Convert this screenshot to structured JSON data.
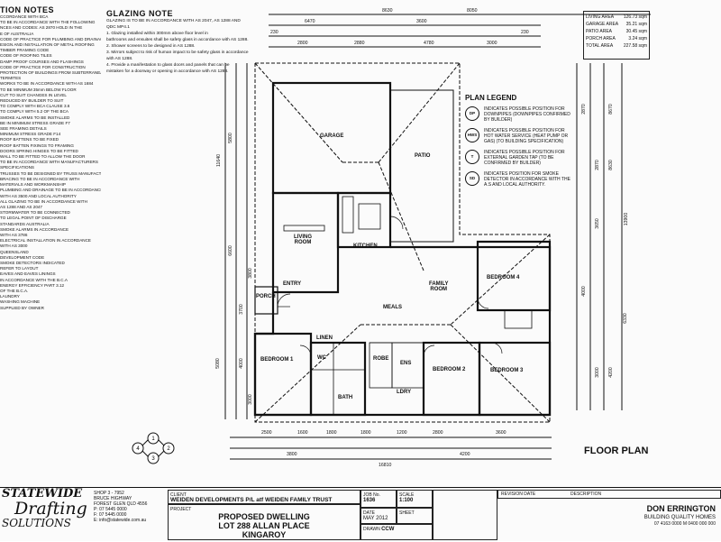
{
  "notes": {
    "title": "TION NOTES",
    "lines": [
      "CCORDANCE WITH BCA",
      "TO BE IN ACCORDANCE WITH THE FOLLOWING",
      "NCES AND CODES: AS 2870 HOLD IN THE",
      "E OF AUSTRALIA",
      "CODE OF PRACTICE FOR PLUMBING AND DRAINAGE",
      "ESIGN AND INSTALLATION OF METAL ROOFING",
      "TIMBER FRAMING CODE",
      "CODE OF ROOFING TILES",
      "DAMP PROOF COURSES AND FLASHINGS",
      "CODE OF PRACTICE FOR CONSTRUCTION",
      "PROTECTION OF BUILDINGS FROM SUBTERRANEAN",
      "TERMITES",
      "WORKS TO BE IN ACCORDANCE WITH AS 1684",
      "TO BE MINIMUM 35mm BELOW FLOOR",
      "CUT TO SUIT CHANGES IN LEVEL",
      "REDUCED BY BUILDER TO SUIT",
      "TO COMPLY WITH BCA CLAUSE 3.6",
      "TO COMPLY WITH 5.2 OF THE BCA",
      "SMOKE ALARMS TO BE INSTALLED",
      "BE IN MINIMUM STRESS GRADE F7",
      "SEE FRAMING DETAILS",
      "MINIMUM STRESS GRADE F14",
      "ROOF BATTENS TO BE FIXED",
      "ROOF BATTEN FIXINGS TO FRAMING",
      "DOORS SPRING HINGES TO BE FITTED",
      "WALL TO BE FITTED TO ALLOW THE DOOR",
      "TO BE IN ACCORDANCE WITH MANUFACTURERS",
      "SPECIFICATIONS",
      "TRUSSES TO BE DESIGNED BY TRUSS MANUFACTURER",
      "BRACING TO BE IN ACCORDANCE WITH",
      "MATERIALS AND WORKMANSHIP",
      "PLUMBING AND DRAINAGE TO BE IN ACCORDANCE",
      "WITH AS 3500 AND LOCAL AUTHORITY",
      "ALL GLAZING TO BE IN ACCORDANCE WITH",
      "AS 1288 AND AS 2047",
      "STORMWATER TO BE CONNECTED",
      "TO LEGAL POINT OF DISCHARGE",
      "STANDARDS AUSTRALIA",
      "SMOKE ALARMS IN ACCORDANCE",
      "WITH AS 3786",
      "ELECTRICAL INSTALLATION IN ACCORDANCE",
      "WITH AS 3000",
      "QUEENSLAND",
      "DEVELOPMENT CODE",
      "SMOKE DETECTORS INDICATED",
      "REFER TO LAYOUT",
      "EAVES AND EAVES LININGS",
      "IN ACCORDANCE WITH THE B.C.A",
      "ENERGY EFFICIENCY PART 3.12",
      "OF THE B.C.A.",
      "LAUNDRY",
      "WASHING MACHINE",
      "SUPPLIED BY OWNER"
    ]
  },
  "glazing": {
    "title": "GLAZING NOTE",
    "lines": [
      "GLAZING IS TO BE IN ACCORDANCE WITH AS 2047, AS 1288 AND",
      "QDC MP4.1",
      "1. Glazing installed within 300mm above floor level in",
      "bathrooms and ensuites shall be safety glass in accordance with AS 1288.",
      "2. Shower screens to be designed in AS 1288.",
      "3. Mirrors subject to risk of human impact to be safety glass in accordance",
      "with AS 1288.",
      "4. Provide a manifestation to glass doors and panels that can be",
      "mistaken for a doorway or opening in accordance with AS 1288."
    ]
  },
  "areas": {
    "rows": [
      {
        "label": "LIVING AREA",
        "value": "126.73 sqm"
      },
      {
        "label": "GARAGE AREA",
        "value": "35.21 sqm"
      },
      {
        "label": "PATIO AREA",
        "value": "30.45 sqm"
      },
      {
        "label": "PORCH AREA",
        "value": "3.24 sqm"
      },
      {
        "label": "TOTAL AREA",
        "value": "227.58 sqm"
      }
    ]
  },
  "legend": {
    "title": "PLAN LEGEND",
    "items": [
      {
        "symbol": "DP",
        "text": "INDICATES POSSIBLE POSITION FOR DOWNPIPES (DOWNPIPES CONFIRMED BY BUILDER)"
      },
      {
        "symbol": "HWS",
        "text": "INDICATES POSSIBLE POSITION FOR HOT WATER SERVICE (HEAT PUMP OR GAS) (TO BUILDING SPECIFICATION)"
      },
      {
        "symbol": "T",
        "text": "INDICATES POSSIBLE POSITION FOR EXTERNAL GARDEN TAP (TO BE CONFIRMED BY BUILDER)"
      },
      {
        "symbol": "SD",
        "text": "INDICATES POSITION FOR SMOKE DETECTOR IN ACCORDANCE WITH THE A.S AND LOCAL AUTHORITY."
      }
    ]
  },
  "rooms": {
    "garage": "GARAGE",
    "patio": "PATIO",
    "living": "LIVING\nROOM",
    "kitchen": "KITCHEN",
    "entry": "ENTRY",
    "porch": "PORCH",
    "meals": "MEALS",
    "family": "FAMILY\nROOM",
    "bed4": "BEDROOM 4",
    "bed1": "BEDROOM 1",
    "bed2": "BEDROOM 2",
    "bed3": "BEDROOM 3",
    "linen": "LINEN",
    "robe": "ROBE",
    "bath": "BATH",
    "wc": "WC",
    "ldry": "LDRY",
    "ens": "ENS"
  },
  "dims": {
    "top": [
      "8630",
      "8050",
      "6470",
      "3600",
      "2800",
      "2880",
      "4780",
      "3000",
      "230",
      "230"
    ],
    "bottom": [
      "2500",
      "1600",
      "1800",
      "1800",
      "1200",
      "2800",
      "3600",
      "3800",
      "4200",
      "16810"
    ],
    "right": [
      "2870",
      "8670",
      "2870",
      "8630",
      "13900",
      "3650",
      "4000",
      "6330",
      "3000",
      "4200"
    ],
    "left": [
      "11640",
      "5800",
      "6600",
      "3700",
      "4000",
      "3000",
      "3800",
      "5080"
    ]
  },
  "floor_plan_label": "FLOOR PLAN",
  "compass": [
    "1",
    "2",
    "3",
    "4"
  ],
  "title_block": {
    "logo_line1": "STATEWIDE",
    "logo_line2": "Drafting",
    "logo_line3": "SOLUTIONS",
    "address_lines": [
      "SHOP 3 - 7952",
      "BRUCE HIGHWAY",
      "FOREST GLEN QLD 4556",
      "P: 07 5445 0000",
      "F: 07 5445 0000",
      "E: info@statewide.com.au"
    ],
    "client_label": "CLIENT",
    "client": "WEIDEN DEVELOPMENTS P/L atf WEIDEN FAMILY TRUST",
    "project_label": "PROJECT",
    "project1": "PROPOSED DWELLING",
    "project2": "LOT 288 ALLAN PLACE",
    "project3": "KINGAROY",
    "job_label": "JOB No.",
    "job": "1636",
    "scale_label": "SCALE",
    "scale": "1:100",
    "date_label": "DATE",
    "date": "MAY 2012",
    "drawn_label": "DRAWN",
    "drawn": "CCW",
    "sheet_label": "SHEET",
    "revision_label": "REVISION DATE",
    "description_label": "DESCRIPTION",
    "builder1": "DON ERRINGTON",
    "builder2": "BUILDING QUALITY HOMES",
    "builder3": "07 4163 0000  M 0400 000 000"
  }
}
